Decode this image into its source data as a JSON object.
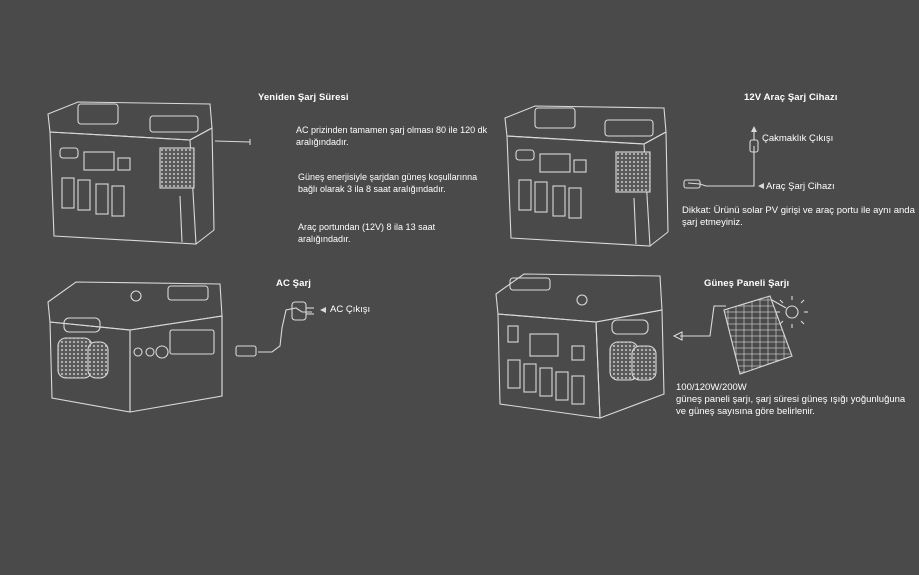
{
  "recharge": {
    "title": "Yeniden Şarj Süresi",
    "ac": "AC prizinden tamamen şarj olması 80 ile 120 dk aralığındadır.",
    "solar": "Güneş enerjisiyle şarjdan güneş koşullarınna bağlı olarak 3 ila 8 saat aralığındadır.",
    "car": "Araç portundan (12V) 8 ila 13 saat aralığındadır."
  },
  "car_charge": {
    "title": "12V Araç Şarj Cihazı",
    "lighter_label": "Çakmaklık Çıkışı",
    "charger_label": "Araç Şarj Cihazı",
    "note": "Dikkat: Ürünü solar PV girişi ve araç portu ile aynı anda şarj etmeyiniz."
  },
  "ac_charge": {
    "title": "AC Şarj",
    "output_label": "AC Çıkışı"
  },
  "solar_charge": {
    "title": "Güneş Paneli Şarjı",
    "power": "100/120W/200W",
    "desc": "güneş paneli şarjı, şarj süresi güneş ışığı yoğunluğuna ve güneş sayısına göre belirlenir."
  },
  "colors": {
    "background": "#4a4a4a",
    "line": "#d9d9d9",
    "text": "#ffffff"
  }
}
